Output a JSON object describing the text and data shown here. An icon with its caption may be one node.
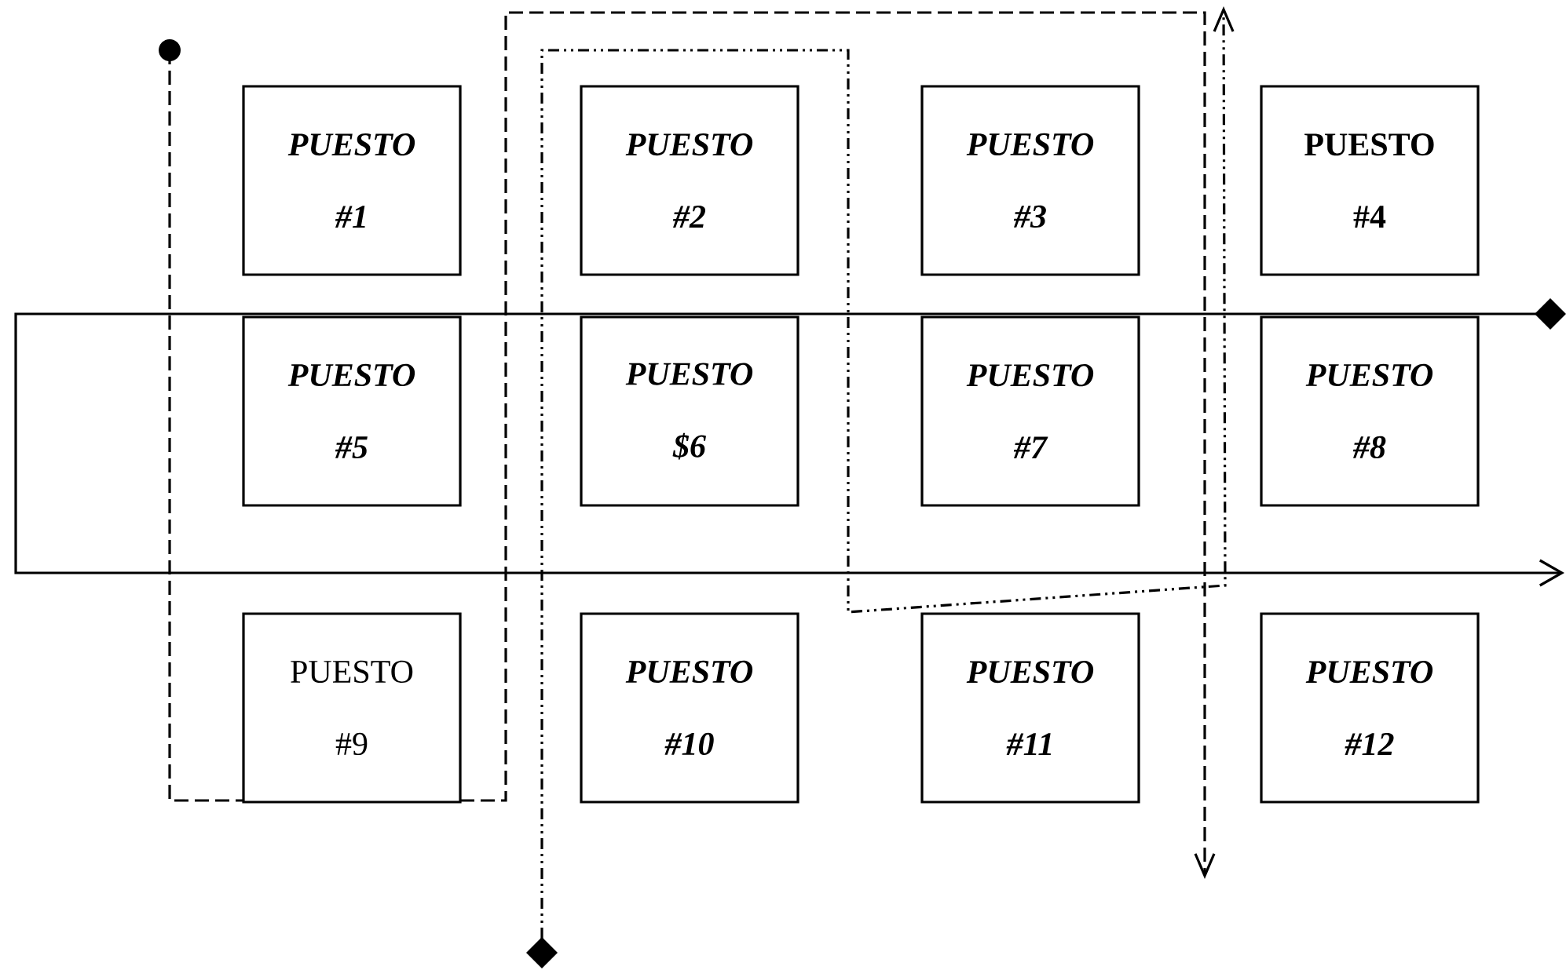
{
  "diagram": {
    "nodes": [
      {
        "text": [
          "PUESTO #1"
        ]
      },
      {
        "text": [
          "PUESTO #2"
        ]
      },
      {
        "text": [
          "PUESTO #3"
        ]
      },
      {
        "text": [
          "PUESTO #4"
        ]
      },
      {
        "text": [
          "PUESTO #5"
        ]
      },
      {
        "text": [
          "PUESTO $6"
        ]
      },
      {
        "text": [
          "PUESTO #7"
        ]
      },
      {
        "text": [
          "PUESTO #8"
        ]
      },
      {
        "text": [
          "PUESTO #9"
        ]
      },
      {
        "text": [
          "PUESTO #10"
        ]
      },
      {
        "text": [
          "PUESTO #11"
        ]
      },
      {
        "text": [
          "PUESTO #12"
        ]
      }
    ]
  }
}
